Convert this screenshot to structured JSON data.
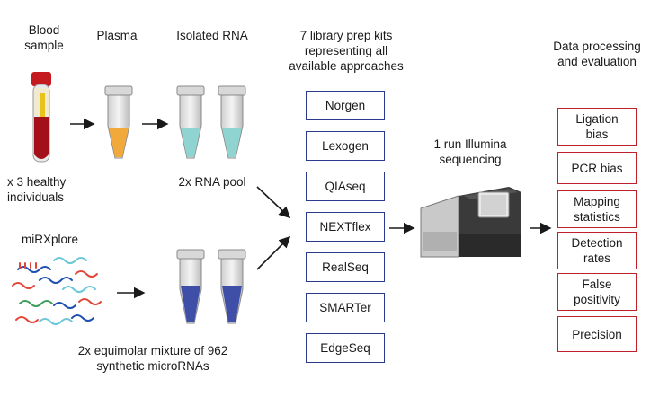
{
  "headers": {
    "blood": [
      "Blood",
      "sample"
    ],
    "plasma": "Plasma",
    "isolated": "Isolated RNA",
    "kits": [
      "7 library prep kits",
      "representing all",
      "available approaches"
    ],
    "sequencing": [
      "1 run Illumina",
      "sequencing"
    ],
    "processing": [
      "Data processing",
      "and evaluation"
    ]
  },
  "notes": {
    "healthy": [
      "x 3 healthy",
      "individuals"
    ],
    "pool": "2x RNA pool",
    "mirxplore": "miRXplore",
    "mixture": [
      "2x  equimolar mixture of 962",
      "synthetic microRNAs"
    ]
  },
  "kits": [
    "Norgen",
    "Lexogen",
    "QIAseq",
    "NEXTflex",
    "RealSeq",
    "SMARTer",
    "EdgeSeq"
  ],
  "evaluation": [
    [
      "Ligation",
      "bias"
    ],
    [
      "PCR bias"
    ],
    [
      "Mapping",
      "statistics"
    ],
    [
      "Detection",
      "rates"
    ],
    [
      "False",
      "positivity"
    ],
    [
      "Precision"
    ]
  ],
  "colors": {
    "kit_border": "#2a3a8c",
    "eval_border": "#c0202a",
    "blood": "#b5121b",
    "plasma": "#f2a93b",
    "rna": "#8fd4d0",
    "synthetic": "#3f4fa8"
  }
}
